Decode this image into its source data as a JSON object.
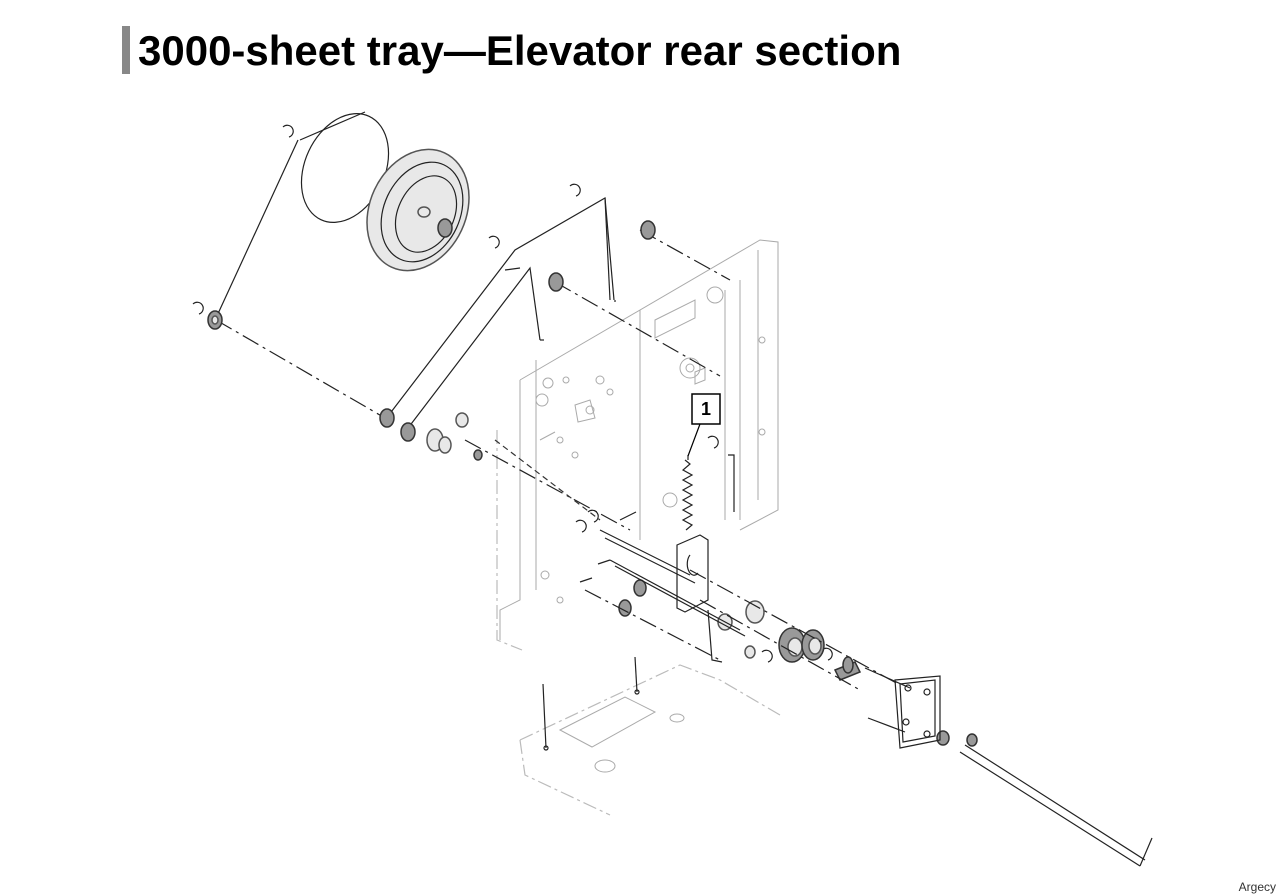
{
  "page": {
    "title": "3000-sheet tray—Elevator rear section",
    "watermark": "Argecy"
  },
  "diagram": {
    "callouts": [
      {
        "label": "1"
      }
    ]
  }
}
